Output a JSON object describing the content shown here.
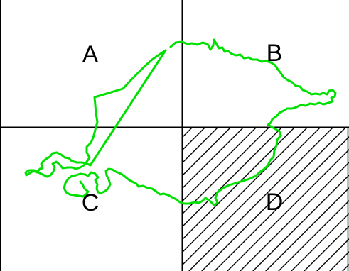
{
  "quadrants": [
    {
      "id": "A",
      "label": "A",
      "shaded": false
    },
    {
      "id": "B",
      "label": "B",
      "shaded": false
    },
    {
      "id": "C",
      "label": "C",
      "shaded": false
    },
    {
      "id": "D",
      "label": "D",
      "shaded": true
    }
  ],
  "colors": {
    "background": "#ffffff",
    "grid_lines": "#000000",
    "outline": "#00e000",
    "hatch": "#000000",
    "label_text": "#000000"
  },
  "fill_pattern": "diagonal-hatch",
  "shape_description": "irregular-landmass-outline"
}
